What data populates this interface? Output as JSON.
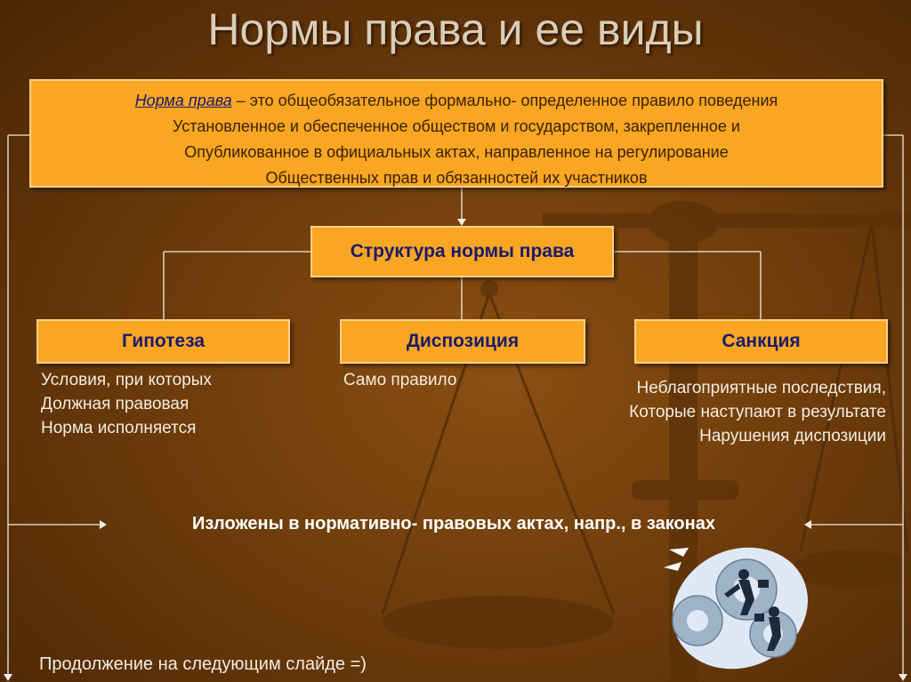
{
  "slide": {
    "title": "Нормы права и ее виды",
    "definition": {
      "term": "Норма права",
      "rest": " – это общеобязательное формально- определенное правило поведения",
      "lines": [
        "Установленное и обеспеченное обществом и государством, закрепленное и",
        "Опубликованное в официальных актах, направленное на регулирование",
        "Общественных прав и обязанностей их участников"
      ]
    },
    "structure_label": "Структура нормы права",
    "elements": [
      {
        "label": "Гипотеза",
        "description": [
          "Условия, при которых",
          "Должная правовая",
          "Норма исполняется"
        ]
      },
      {
        "label": "Диспозиция",
        "description": [
          "Само правило"
        ]
      },
      {
        "label": "Санкция",
        "description": [
          "Неблагоприятные последствия,",
          "Которые наступают в результате",
          "Нарушения диспозиции"
        ]
      }
    ],
    "laws_note": "Изложены в нормативно- правовых актах, напр., в законах",
    "continue_note": "Продолжение на следующим слайде =)"
  },
  "colors": {
    "box_fill": "#f9a623",
    "box_border": "#ffd089",
    "heading_text": "#1b1b6a",
    "background": "#6e3c0b",
    "connector": "#f2ece0"
  },
  "icons": [
    "scales-of-justice-illustration",
    "business-people-gears-clipart"
  ]
}
